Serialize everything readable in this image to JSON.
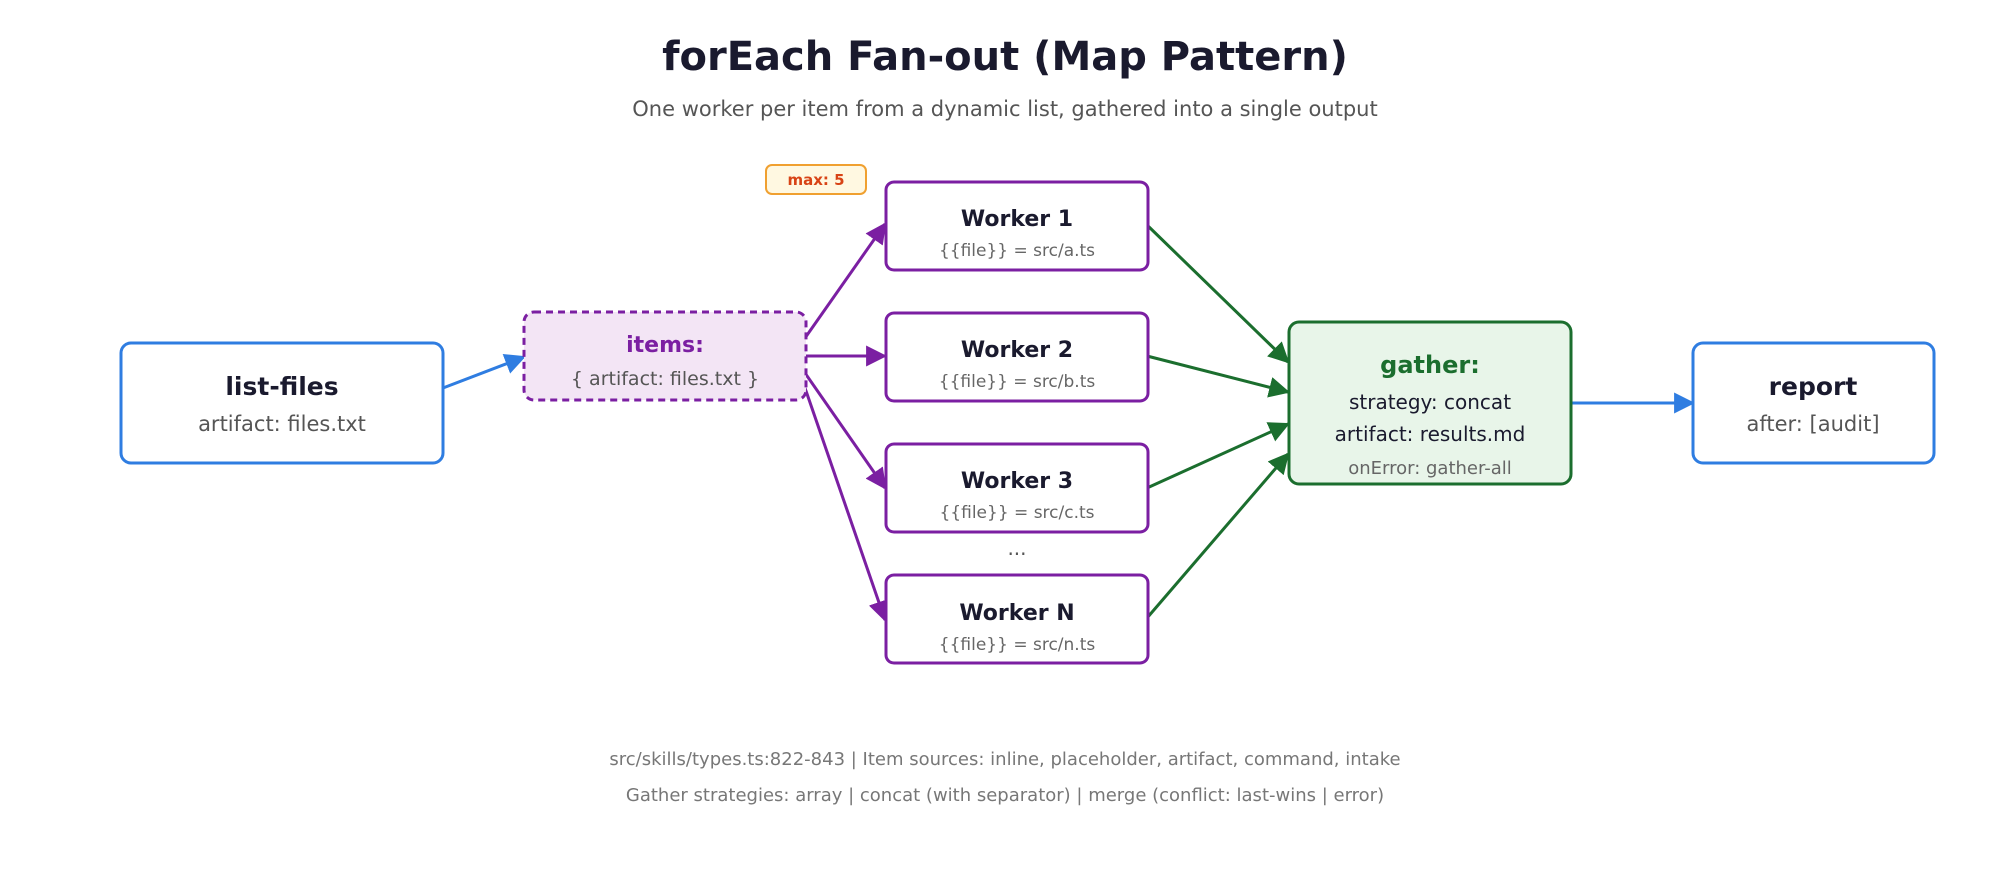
{
  "title": "forEach Fan-out (Map Pattern)",
  "subtitle": "One worker per item from a dynamic list, gathered into a single output",
  "nodes": {
    "list_files": {
      "title": "list-files",
      "sub": "artifact: files.txt"
    },
    "items": {
      "title": "items:",
      "sub": "{ artifact: files.txt }"
    },
    "badge": {
      "label": "max: 5"
    },
    "workers": [
      {
        "title": "Worker 1",
        "sub": "{{file}} = src/a.ts"
      },
      {
        "title": "Worker 2",
        "sub": "{{file}} = src/b.ts"
      },
      {
        "title": "Worker 3",
        "sub": "{{file}} = src/c.ts"
      },
      {
        "title": "Worker N",
        "sub": "{{file}} = src/n.ts"
      }
    ],
    "ellipsis": "...",
    "gather": {
      "title": "gather:",
      "strategy": "strategy: concat",
      "artifact": "artifact: results.md",
      "on_error": "onError: gather-all"
    },
    "report": {
      "title": "report",
      "sub": "after: [audit]"
    }
  },
  "footer": {
    "line1": "src/skills/types.ts:822-843 | Item sources: inline, placeholder, artifact, command, intake",
    "line2": "Gather strategies: array | concat (with separator) | merge (conflict: last-wins | error)"
  },
  "colors": {
    "blue": "#2f7de1",
    "purple": "#7b1fa2",
    "purple_fill": "#f3e5f5",
    "green": "#1b6e2e",
    "green_fill": "#e8f5e9",
    "badge_border": "#f0a030",
    "badge_fill": "#fff8e1"
  }
}
